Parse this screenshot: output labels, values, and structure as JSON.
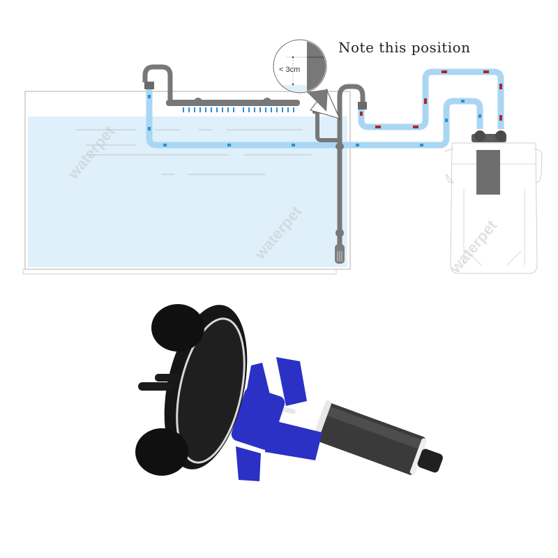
{
  "diagram": {
    "title": "Note this position",
    "callout": {
      "label": "< 3cm",
      "meaning": "distance between water surface and pipe cut-out"
    },
    "components": {
      "aquarium_tank": "aquarium-tank",
      "spray_bar": "spray-bar-outlet",
      "intake_pipe": "intake-tube-with-strainer",
      "filter_canister": "external-canister-filter",
      "inflow_hose": "inflow-hose-red-arrows",
      "outflow_hose": "outflow-hose-blue-arrows"
    },
    "flow": {
      "intake_direction": "red arrows: tank -> filter",
      "return_direction": "blue arrows: filter -> tank"
    },
    "colors": {
      "water": "#dff0fb",
      "hose": "#a9d6f3",
      "pipe": "#787878",
      "red_arrow": "#b0242a",
      "blue_arrow": "#2a8fd6",
      "impeller_blue": "#2a31c4",
      "magnet_dark": "#2b2b2b"
    }
  },
  "photo": {
    "subject": "impeller-assembly",
    "parts": [
      "rubber-feet-cap",
      "ceramic-shaft",
      "blue-impeller-blades",
      "magnetic-rotor"
    ]
  },
  "watermarks": [
    "waterpet",
    "waterpet",
    "waterpet",
    "waterpet"
  ]
}
